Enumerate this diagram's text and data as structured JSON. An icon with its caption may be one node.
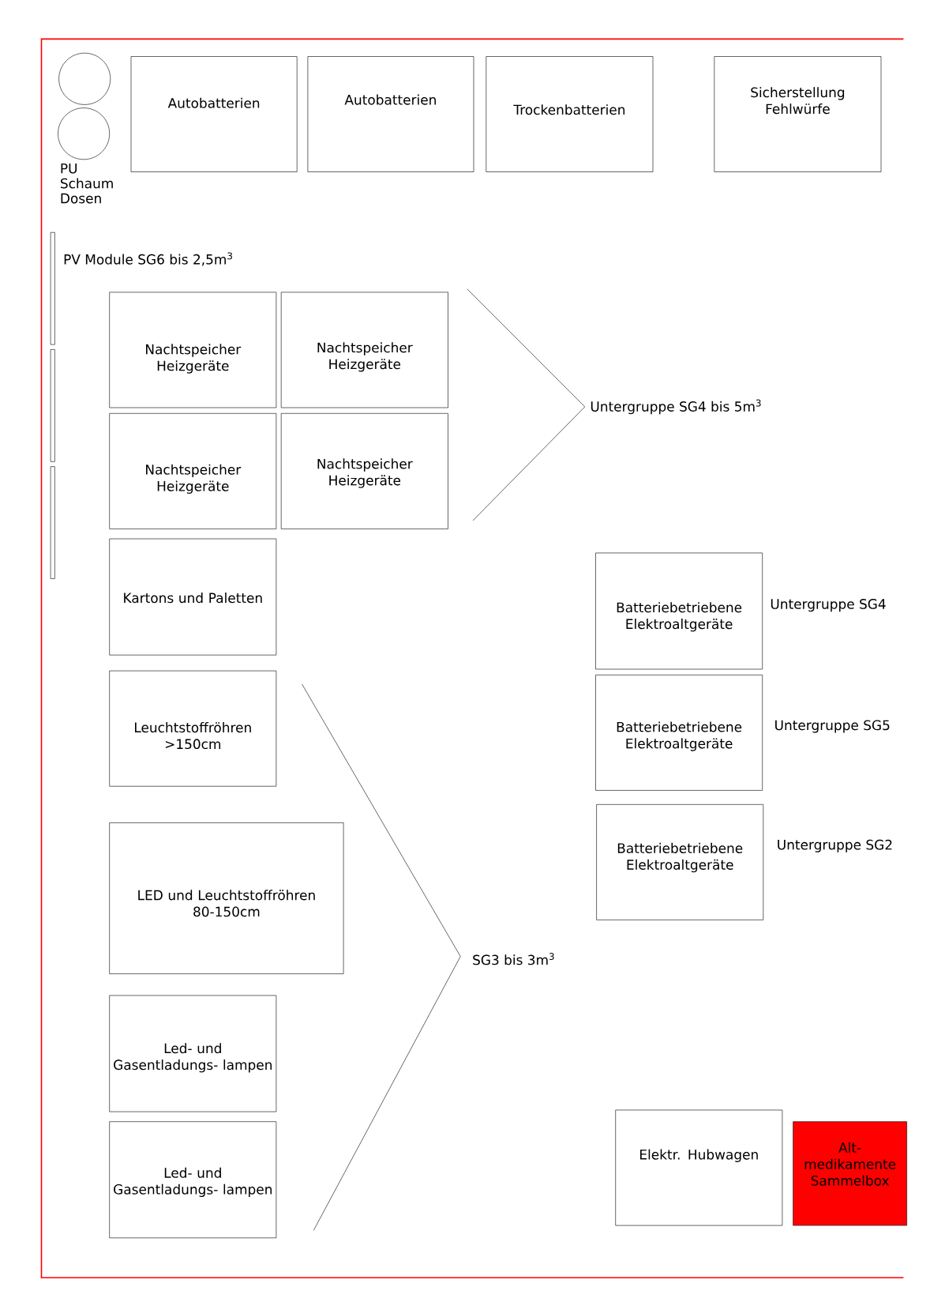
{
  "diagram": {
    "nodes": [
      {
        "text": [
          "Autobatterien"
        ]
      },
      {
        "text": [
          "Autobatterien"
        ]
      },
      {
        "text": [
          "Trockenbatterien"
        ]
      },
      {
        "text": [
          "Sicherstellung Fehlwürfe"
        ]
      },
      {
        "text": [
          "Nachtspeicher Heizgeräte"
        ]
      },
      {
        "text": [
          "Nachtspeicher Heizgeräte"
        ]
      },
      {
        "text": [
          "Nachtspeicher Heizgeräte"
        ]
      },
      {
        "text": [
          "Nachtspeicher Heizgeräte"
        ]
      },
      {
        "text": [
          "Kartons und Paletten"
        ]
      },
      {
        "text": [
          "Leuchtstoffröhren >150cm"
        ]
      },
      {
        "text": [
          "LED und Leuchtstoffröhren 80-150cm"
        ]
      },
      {
        "text": [
          "Led- und Gasentladungs- lampen"
        ]
      },
      {
        "text": [
          "Led- und Gasentladungs- lampen"
        ]
      },
      {
        "text": [
          "Batteriebetriebene Elektroaltgeräte"
        ]
      },
      {
        "text": [
          "Batteriebetriebene Elektroaltgeräte"
        ]
      },
      {
        "text": [
          "Batteriebetriebene Elektroaltgeräte"
        ]
      },
      {
        "text": [
          "Elektr. Hubwagen"
        ]
      },
      {
        "text": [
          "Alt- medikamente Sammelbox"
        ]
      }
    ],
    "labels": [
      "PU Schaum Dosen",
      "PV Module SG6 bis 2,5m$^{3}$",
      "Untergruppe SG4 bis 5m$^{3}$",
      "Untergruppe SG4",
      "Untergruppe SG5",
      "Untergruppe SG2",
      "SG3 bis 3m$^{3}$"
    ]
  }
}
